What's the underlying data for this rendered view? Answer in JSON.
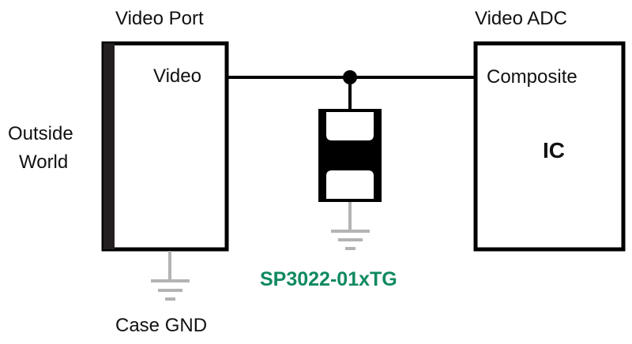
{
  "labels": {
    "video_port": "Video Port",
    "video_pin": "Video",
    "outside_world_line1": "Outside",
    "outside_world_line2": "World",
    "case_gnd": "Case GND",
    "video_adc": "Video ADC",
    "composite_pin": "Composite",
    "ic": "IC",
    "part_number": "SP3022-01xTG"
  },
  "colors": {
    "wire": "#000000",
    "ground": "#b3b3b3",
    "part_number": "#0f8a5f",
    "port_bar": "#231f20"
  }
}
